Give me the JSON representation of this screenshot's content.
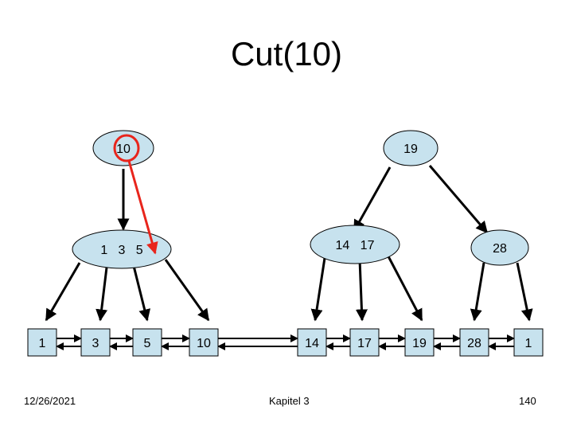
{
  "slide": {
    "title": "Cut(10)",
    "footer": {
      "date": "12/26/2021",
      "center": "Kapitel 3",
      "page": "140"
    }
  },
  "diagram": {
    "colors": {
      "node_fill": "#c7e2ee",
      "edge": "#000000",
      "highlight": "#e8251c"
    },
    "root_nodes": [
      {
        "id": "root-10",
        "label": "10"
      },
      {
        "id": "root-19",
        "label": "19"
      }
    ],
    "inner_nodes": [
      {
        "id": "inner-1-3-5",
        "label": "1   3   5"
      },
      {
        "id": "inner-14-17",
        "label": "14   17"
      },
      {
        "id": "inner-28",
        "label": "28"
      }
    ],
    "leaves": [
      "1",
      "3",
      "5",
      "10",
      "14",
      "17",
      "19",
      "28",
      "1"
    ],
    "highlighted_node": "root-10"
  }
}
